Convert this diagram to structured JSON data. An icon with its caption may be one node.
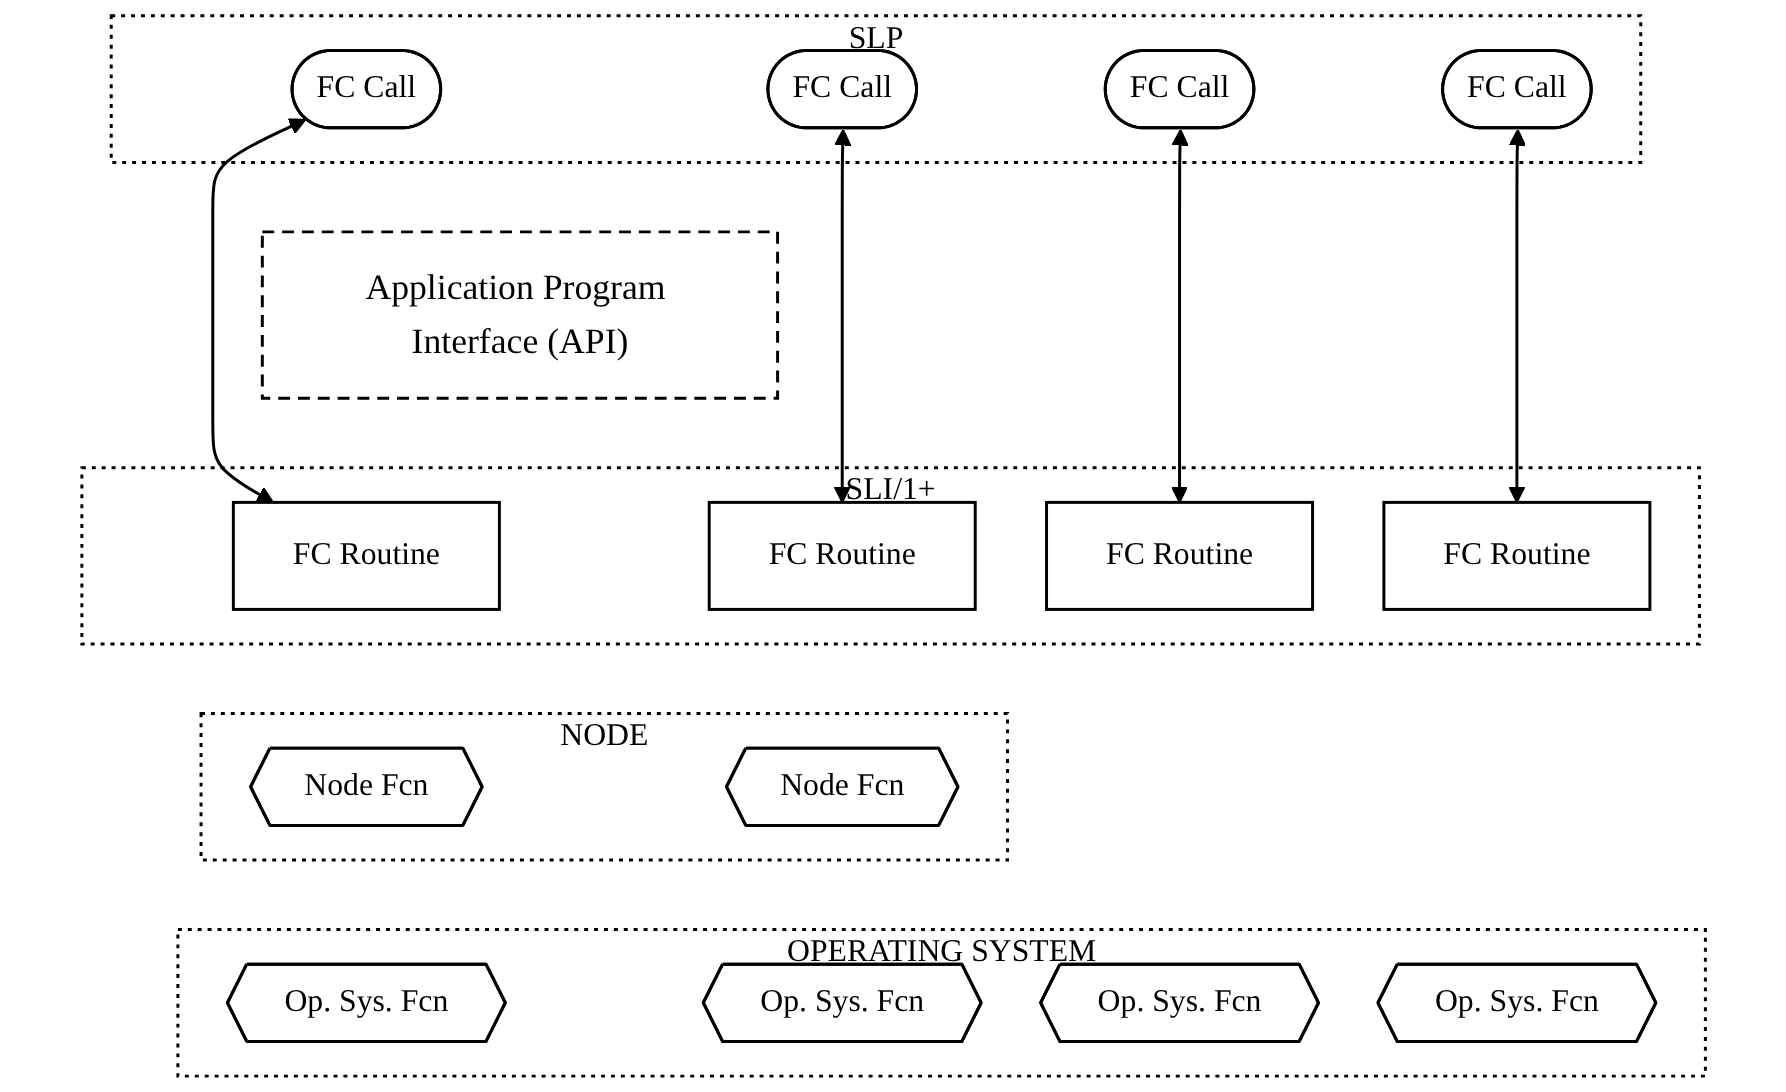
{
  "diagram": {
    "nodes": [
      {
        "text": [
          "SLP"
        ]
      },
      {
        "text": [
          "FC Call"
        ],
        "in": 0
      },
      {
        "text": [
          "FC Call"
        ],
        "in": 0
      },
      {
        "text": [
          "FC Call"
        ],
        "in": 0
      },
      {
        "text": [
          "FC Call"
        ],
        "in": 0
      },
      {
        "text": [
          "Application Program Interface (API)"
        ]
      },
      {
        "text": [
          "SLI/1+"
        ]
      },
      {
        "text": [
          "FC Routine"
        ],
        "in": 6
      },
      {
        "text": [
          "FC Routine"
        ],
        "in": 6
      },
      {
        "text": [
          "FC Routine"
        ],
        "in": 6
      },
      {
        "text": [
          "FC Routine"
        ],
        "in": 6
      },
      {
        "text": [
          "NODE"
        ]
      },
      {
        "text": [
          "Node Fcn"
        ],
        "in": 11
      },
      {
        "text": [
          "Node Fcn"
        ],
        "in": 11
      },
      {
        "text": [
          "OPERATING SYSTEM"
        ]
      },
      {
        "text": [
          "Op. Sys. Fcn"
        ],
        "in": 14
      },
      {
        "text": [
          "Op. Sys. Fcn"
        ],
        "in": 14
      },
      {
        "text": [
          "Op. Sys. Fcn"
        ],
        "in": 14
      },
      {
        "text": [
          "Op. Sys. Fcn"
        ],
        "in": 14
      }
    ],
    "edges": [
      {
        "from": 1,
        "to": 7,
        "arrow": "both"
      },
      {
        "from": 2,
        "to": 8,
        "arrow": "both"
      },
      {
        "from": 3,
        "to": 9,
        "arrow": "both"
      },
      {
        "from": 4,
        "to": 10,
        "arrow": "both"
      }
    ]
  }
}
